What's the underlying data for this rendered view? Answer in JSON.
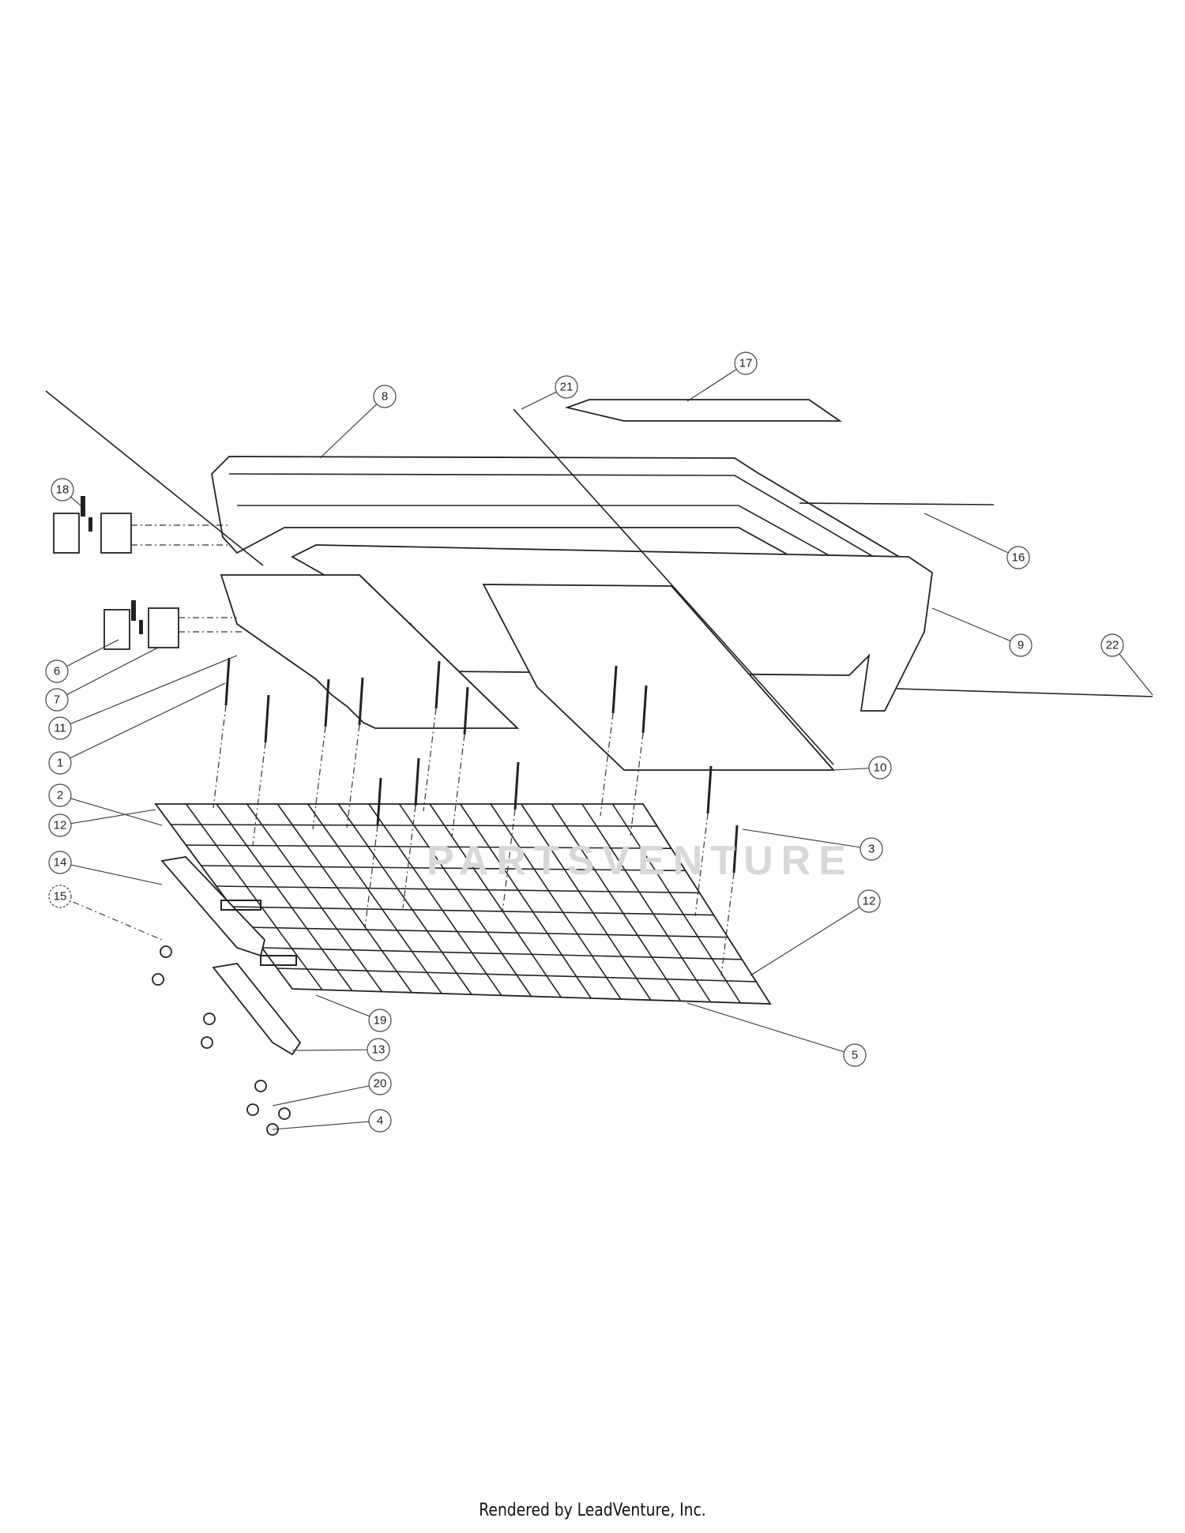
{
  "diagram": {
    "callouts": [
      "17",
      "8",
      "21",
      "18",
      "16",
      "9",
      "22",
      "6",
      "7",
      "11",
      "1",
      "10",
      "2",
      "12",
      "3",
      "14",
      "12",
      "15",
      "19",
      "13",
      "5",
      "20",
      "4"
    ],
    "watermark": "PARTSVENTURE"
  },
  "footer": {
    "text": "Rendered by LeadVenture, Inc."
  }
}
